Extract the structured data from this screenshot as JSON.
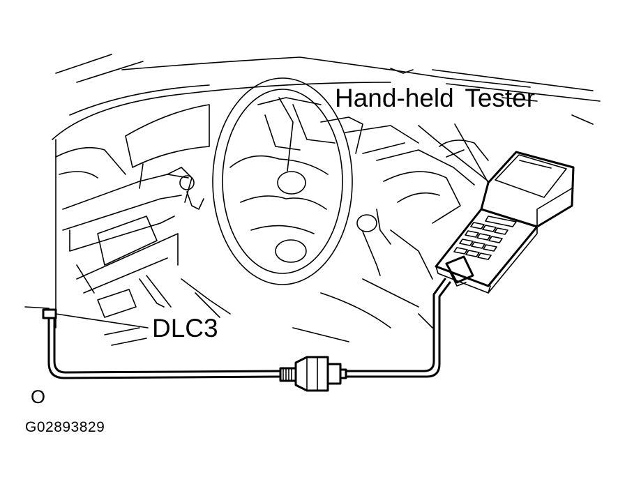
{
  "labels": {
    "tester": "Hand-held  Tester",
    "connector": "DLC3",
    "corner_mark": "O",
    "figure_code": "G02893829"
  },
  "colors": {
    "ink": "#000000",
    "paper": "#ffffff"
  }
}
